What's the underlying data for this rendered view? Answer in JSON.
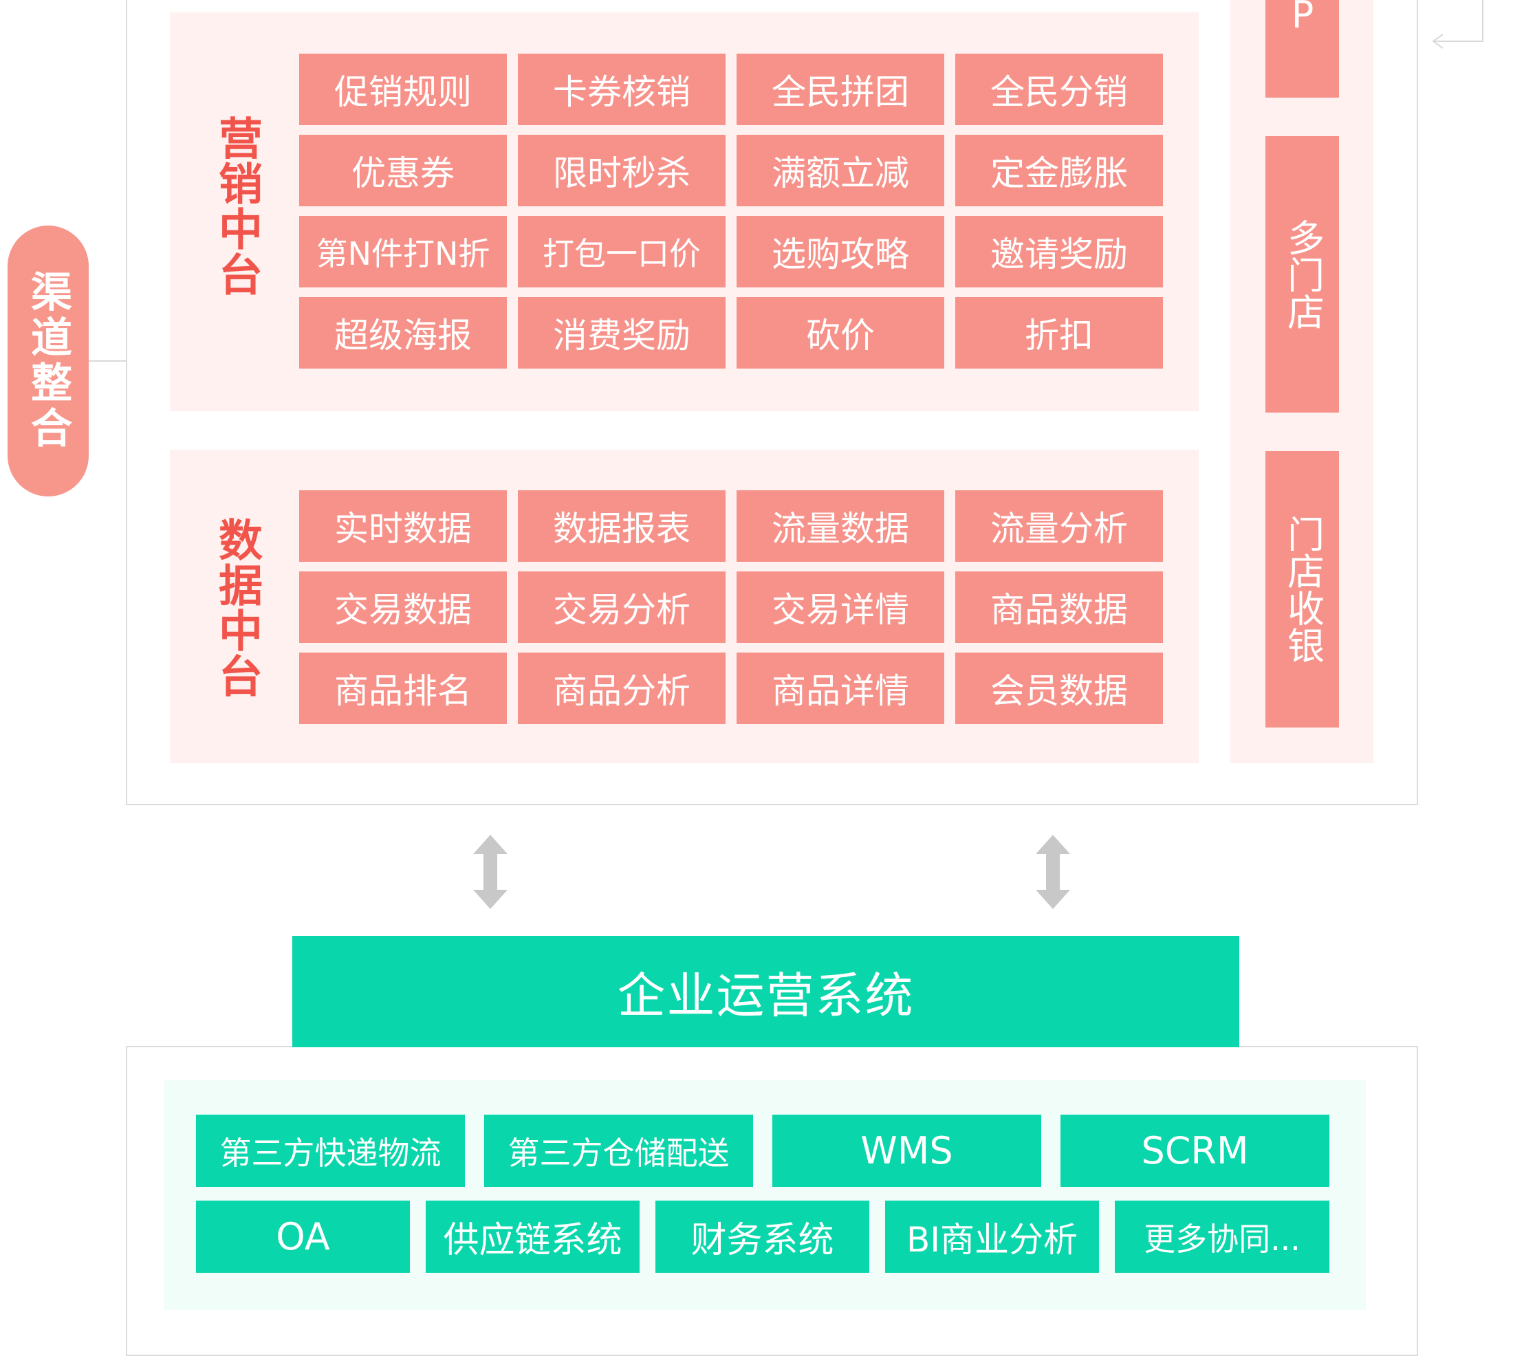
{
  "channel_label": "渠道整合",
  "top_right_partial": "P",
  "marketing": {
    "title": "营销中台",
    "items": [
      "促销规则",
      "卡券核销",
      "全民拼团",
      "全民分销",
      "优惠券",
      "限时秒杀",
      "满额立减",
      "定金膨胀",
      "第N件打N折",
      "打包一口价",
      "选购攻略",
      "邀请奖励",
      "超级海报",
      "消费奖励",
      "砍价",
      "折扣"
    ]
  },
  "data_center": {
    "title": "数据中台",
    "items": [
      "实时数据",
      "数据报表",
      "流量数据",
      "流量分析",
      "交易数据",
      "交易分析",
      "交易详情",
      "商品数据",
      "商品排名",
      "商品分析",
      "商品详情",
      "会员数据"
    ]
  },
  "right_column": [
    "多门店",
    "门店收银"
  ],
  "enterprise": {
    "title": "企业运营系统",
    "row1": [
      "第三方快递物流",
      "第三方仓储配送",
      "WMS",
      "SCRM"
    ],
    "row2": [
      "OA",
      "供应链系统",
      "财务系统",
      "BI商业分析",
      "更多协同..."
    ]
  },
  "colors": {
    "coral": "#f7928a",
    "coral_text": "#f0544b",
    "pink_panel": "#fff1ef",
    "green": "#09d6ab",
    "mint_panel": "#f1fdf9",
    "arrow_gray": "#c8c8c8"
  }
}
